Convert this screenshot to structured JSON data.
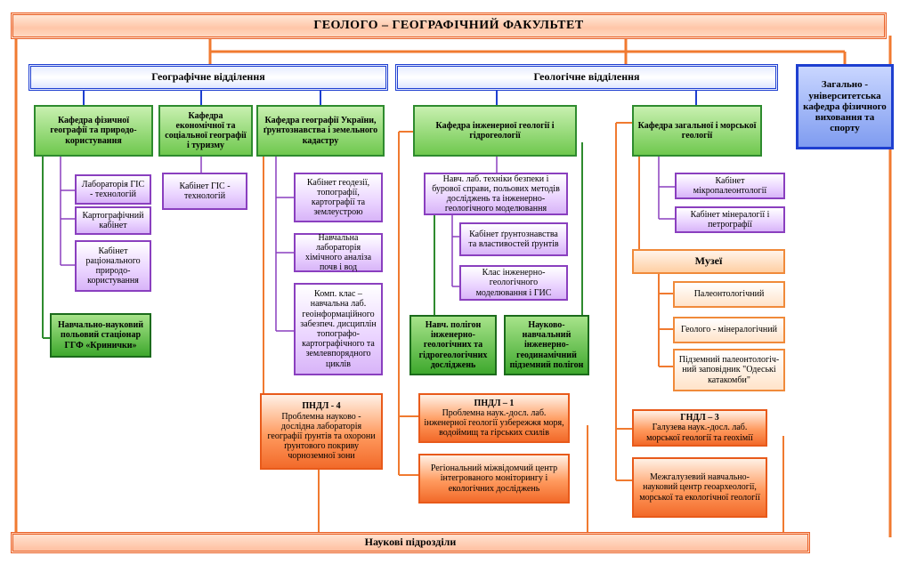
{
  "faculty_title": "ГЕОЛОГО – ГЕОГРАФІЧНИЙ ФАКУЛЬТЕТ",
  "scientific_units": "Наукові підрозділи",
  "departments": {
    "geography": "Географічне відділення",
    "geology": "Геологічне відділення",
    "sport": "Загально - університетська кафедра фізичного виховання та спорту"
  },
  "geo_chairs": {
    "physical": "Кафедра фізичної географії та природо-користування",
    "economic": "Кафедра економічної та соціальної географії і туризму",
    "ukraine": "Кафедра географії України, ґрунтознавства і земельного кадастру"
  },
  "physical_units": {
    "lab_gis": "Лабораторія ГІС - технологій",
    "cartographic": "Картографічний кабінет",
    "rational": "Кабінет раціонального природо-користування",
    "station": "Навчально-науковий польовий стаціонар ГГФ «Кринички»"
  },
  "economic_units": {
    "gis_cabinet": "Кабінет ГІС - технологій"
  },
  "ukraine_units": {
    "geodesy": "Кабінет геодезії, топографії, картографії та землеустрою",
    "soil_lab": "Навчальна лабораторія хімічного аналіза почв і вод",
    "comp_class": "Комп. клас – навчальна лаб. геоінформаційного забезпеч. дисциплін топографо-картографічного та землевпорядного циклів",
    "pndl4_title": "ПНДЛ - 4",
    "pndl4_text": "Проблемна науково - дослідна лабораторія географії ґрунтів та охорони ґрунтового покриву чорноземної зони"
  },
  "eng_chair": "Кафедра інженерної геології і гідрогеології",
  "eng_units": {
    "safety_lab": "Навч. лаб. техніки безпеки і бурової справи, польових методів досліджень та інженерно-геологічного моделювання",
    "soil_cabinet": "Кабінет ґрунтознавства та властивостей ґрунтів",
    "modeling_class": "Клас інженерно-геологічного моделювання і ГИС",
    "polygon": "Навч. полігон інженерно-геологічних та гідрогеологічних досліджень",
    "underground": "Науково-навчальний інженерно-геодинамічний підземний полігон",
    "pndl1_title": "ПНДЛ – 1",
    "pndl1_text": "Проблемна наук.-досл. лаб. інженерної геології узбережжя моря, водоймищ та гірських схилів",
    "regional": "Регіональний міжвідомчий центр інтегрованого моніторингу і екологічних досліджень"
  },
  "gen_chair": "Кафедра загальної і морської геології",
  "gen_units": {
    "micropaleo": "Кабінет мікропалеонтології",
    "mineral": "Кабінет мінералогії і петрографії",
    "museums": "Музеї",
    "paleo_museum": "Палеонтологічний",
    "geomin_museum": "Геолого - мінералогічний",
    "catacombs": "Підземний палеонтологіч-ний заповідник \"Одеські катакомби\"",
    "gndl3_title": "ГНДЛ – 3",
    "gndl3_text": "Галузева наук.-досл. лаб. морської геології та геохімії",
    "interbranch": "Межгалузевий навчально-науковий центр геоархеології, морської та екологічної геології"
  }
}
